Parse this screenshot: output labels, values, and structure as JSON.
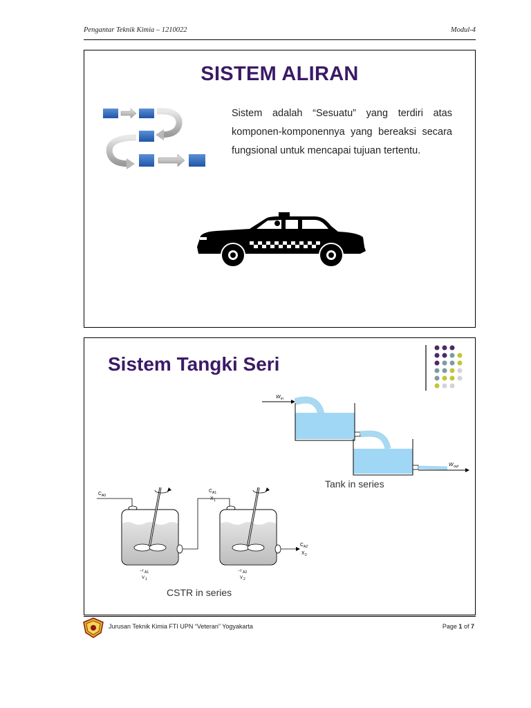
{
  "header": {
    "left": "Pengantar Teknik Kimia – 1210022",
    "right": "Modul-4"
  },
  "slide1": {
    "title": "SISTEM ALIRAN",
    "text": "Sistem adalah “Sesuatu” yang terdiri atas komponen-komponennya yang bereaksi secara fungsional untuk mencapai tujuan tertentu.",
    "icons": [
      "flow-diagram-icon",
      "taxi-car-icon"
    ]
  },
  "slide2": {
    "title": "Sistem Tangki Seri",
    "tank_diagram": {
      "caption": "Tank in series",
      "labels": {
        "inlet": "W_in",
        "outlet": "W_out"
      }
    },
    "cstr_diagram": {
      "caption": "CSTR in series",
      "labels": {
        "feed": "C_A0",
        "intermediate_conc": "C_A1",
        "intermediate_conv": "X_1",
        "outlet_conc": "C_A2",
        "outlet_conv": "X_2",
        "rate1": "−r_A1",
        "vol1": "V_1",
        "rate2": "−r_A2",
        "vol2": "V_2"
      }
    },
    "decor_colors": [
      "#4b2a6b",
      "#7f9aa0",
      "#c2c43a",
      "#d4d2dc"
    ]
  },
  "footer": {
    "left": "Jurusan Teknik Kimia FTI UPN “Veteran” Yogyakarta",
    "page_label": "Page",
    "page_current": "1",
    "page_of": "of",
    "page_total": "7"
  }
}
